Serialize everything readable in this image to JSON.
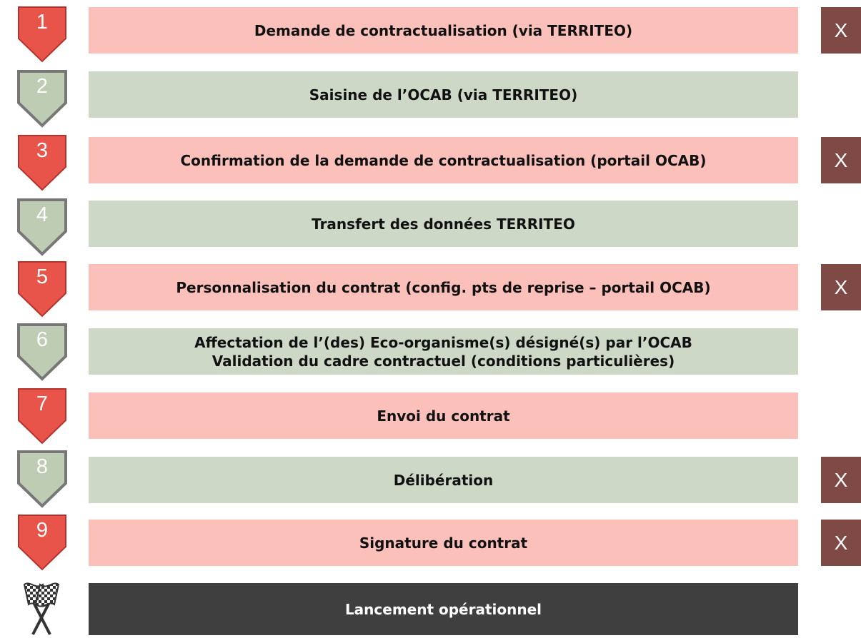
{
  "colors": {
    "red_badge": "#e9544a",
    "green_badge": "#bfccb4",
    "red_row": "#fcc0bb",
    "green_row": "#cdd9c6",
    "final_row": "#3f3f3f",
    "x_box": "#7f4a46"
  },
  "steps": [
    {
      "number": "1",
      "label": "Demande de contractualisation (via TERRITEO)",
      "style": "red",
      "mark": "X"
    },
    {
      "number": "2",
      "label": "Saisine de l’OCAB (via TERRITEO)",
      "style": "green",
      "mark": ""
    },
    {
      "number": "3",
      "label": "Confirmation de la demande de contractualisation (portail OCAB)",
      "style": "red",
      "mark": "X"
    },
    {
      "number": "4",
      "label": "Transfert des données TERRITEO",
      "style": "green",
      "mark": ""
    },
    {
      "number": "5",
      "label": "Personnalisation du contrat (config. pts de reprise – portail OCAB)",
      "style": "red",
      "mark": "X"
    },
    {
      "number": "6",
      "label": "Affectation de l’(des) Eco-organisme(s) désigné(s) par l’OCAB",
      "label_line2": "Validation du cadre contractuel (conditions particulières)",
      "style": "green",
      "mark": ""
    },
    {
      "number": "7",
      "label": "Envoi du contrat",
      "style": "red",
      "mark": ""
    },
    {
      "number": "8",
      "label": "Délibération",
      "style": "green",
      "mark": "X"
    },
    {
      "number": "9",
      "label": "Signature du contrat",
      "style": "red",
      "mark": "X"
    }
  ],
  "final_step": {
    "label": "Lancement opérationnel",
    "icon": "checkered-flags-icon"
  }
}
